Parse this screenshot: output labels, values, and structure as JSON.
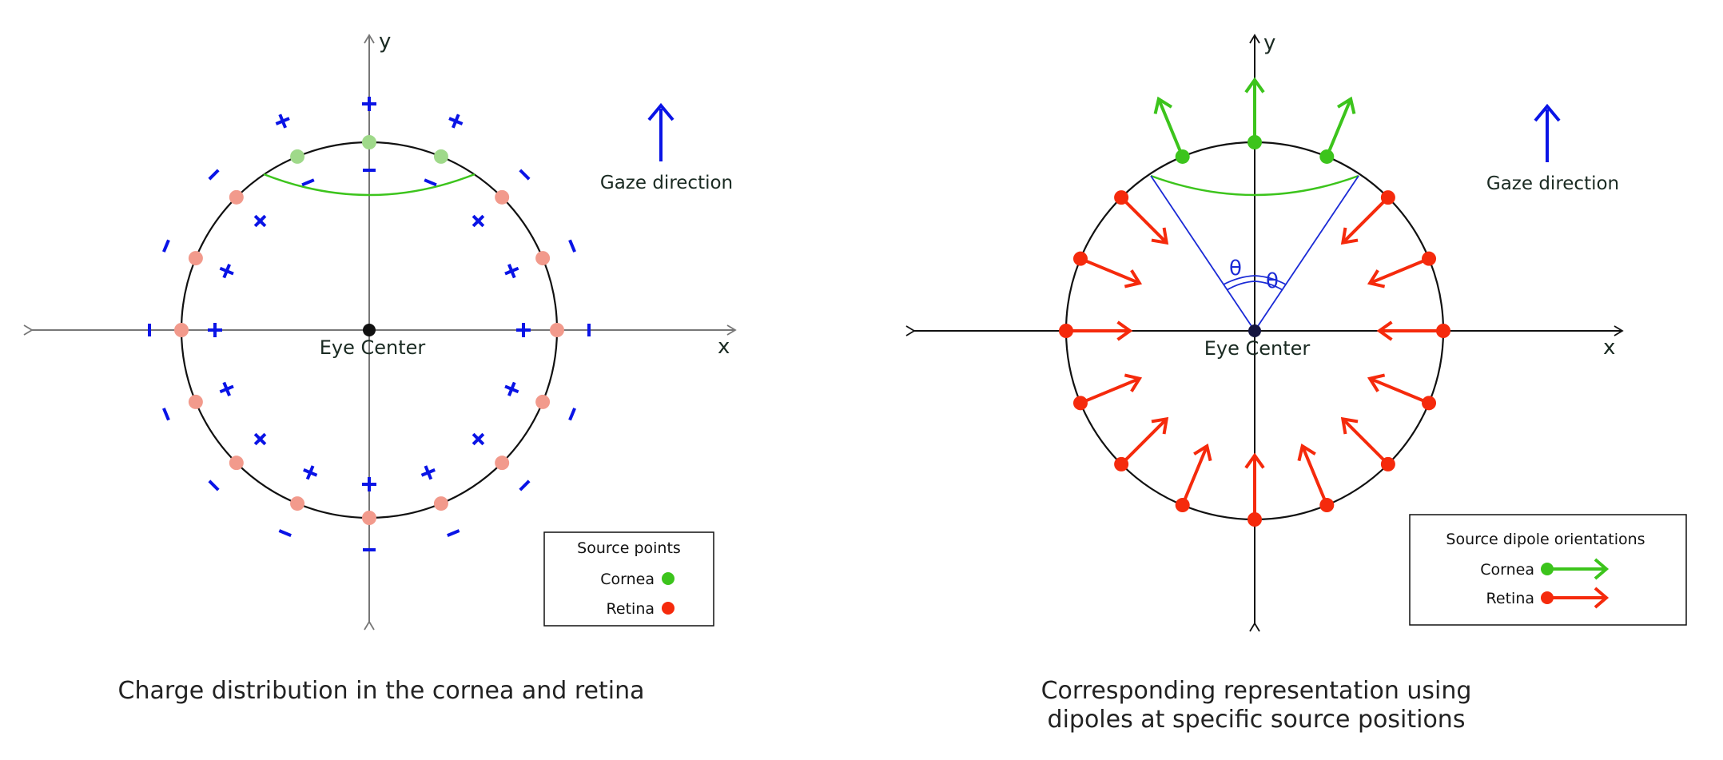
{
  "left_panel": {
    "axis_x": "x",
    "axis_y": "y",
    "center_label": "Eye Center",
    "gaze_label": "Gaze direction",
    "legend": {
      "title": "Source points",
      "cornea": "Cornea",
      "retina": "Retina"
    },
    "caption": "Charge distribution in the cornea and retina",
    "plus_sign": "+",
    "minus_sign": "−"
  },
  "right_panel": {
    "axis_x": "x",
    "axis_y": "y",
    "center_label": "Eye Center",
    "gaze_label": "Gaze direction",
    "theta_left": "θ",
    "theta_right": "θ",
    "legend": {
      "title": "Source dipole orientations",
      "cornea": "Cornea",
      "retina": "Retina"
    },
    "caption_line1": "Corresponding representation using",
    "caption_line2": "dipoles at specific source positions"
  },
  "source_point_angles_deg": [
    90,
    67.5,
    112.5,
    45,
    135,
    22.5,
    157.5,
    0,
    180,
    -22.5,
    -157.5,
    -45,
    -135,
    -67.5,
    -112.5,
    -90
  ],
  "cornea_angles_deg": [
    90,
    67.5,
    112.5
  ],
  "colors": {
    "cornea": "#3cc41c",
    "cornea_faded": "#9fd98a",
    "retina": "#f52a0c",
    "retina_faded": "#f29a8c",
    "charge": "#0a14e6",
    "axis_left": "#777777",
    "axis_right": "#111111",
    "circle": "#111111",
    "theta_lines": "#1a2ad6",
    "center_left": "#111111",
    "center_right": "#151540"
  }
}
